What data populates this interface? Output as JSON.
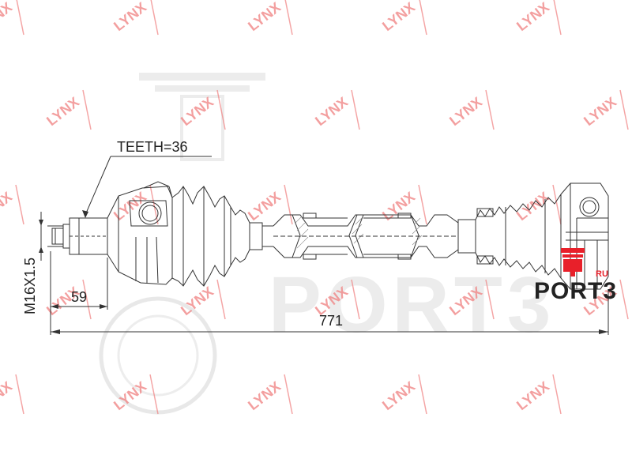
{
  "watermark": {
    "text": "LYNX",
    "color": "#f08080"
  },
  "background_logo": {
    "text": "PORT3",
    "color": "#e6e6e6"
  },
  "drawing": {
    "teeth_label": "TEETH=36",
    "thread_label": "M16X1.5",
    "offset_dimension": "59",
    "total_length_dimension": "771"
  },
  "brand": {
    "name": "PORT3",
    "suffix": "RU",
    "accent_color": "#e8202a",
    "text_color": "#222222"
  }
}
